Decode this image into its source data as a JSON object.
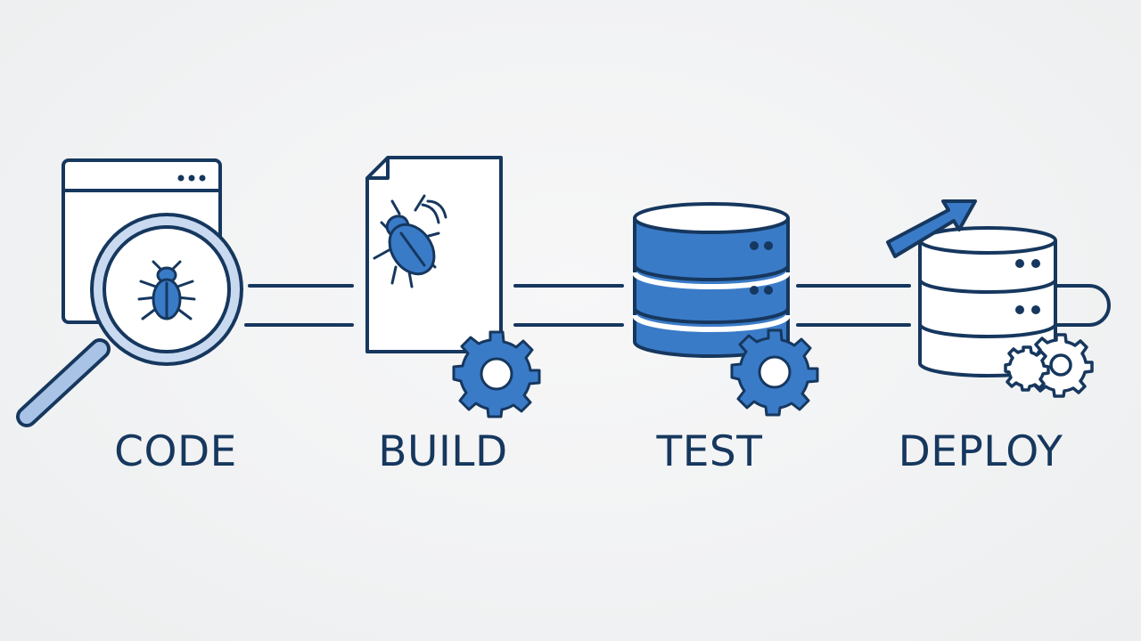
{
  "stages": [
    {
      "label": "CODE",
      "icon": "magnifier-bug-window-icon"
    },
    {
      "label": "BUILD",
      "icon": "document-bug-gear-icon"
    },
    {
      "label": "TEST",
      "icon": "database-gear-icon"
    },
    {
      "label": "DEPLOY",
      "icon": "database-arrow-gear-icon"
    }
  ],
  "colors": {
    "outline": "#16375e",
    "accent": "#3a7bc8",
    "accent_light": "#a8c3e6",
    "background": "#f1f2f3",
    "fill": "#ffffff"
  }
}
